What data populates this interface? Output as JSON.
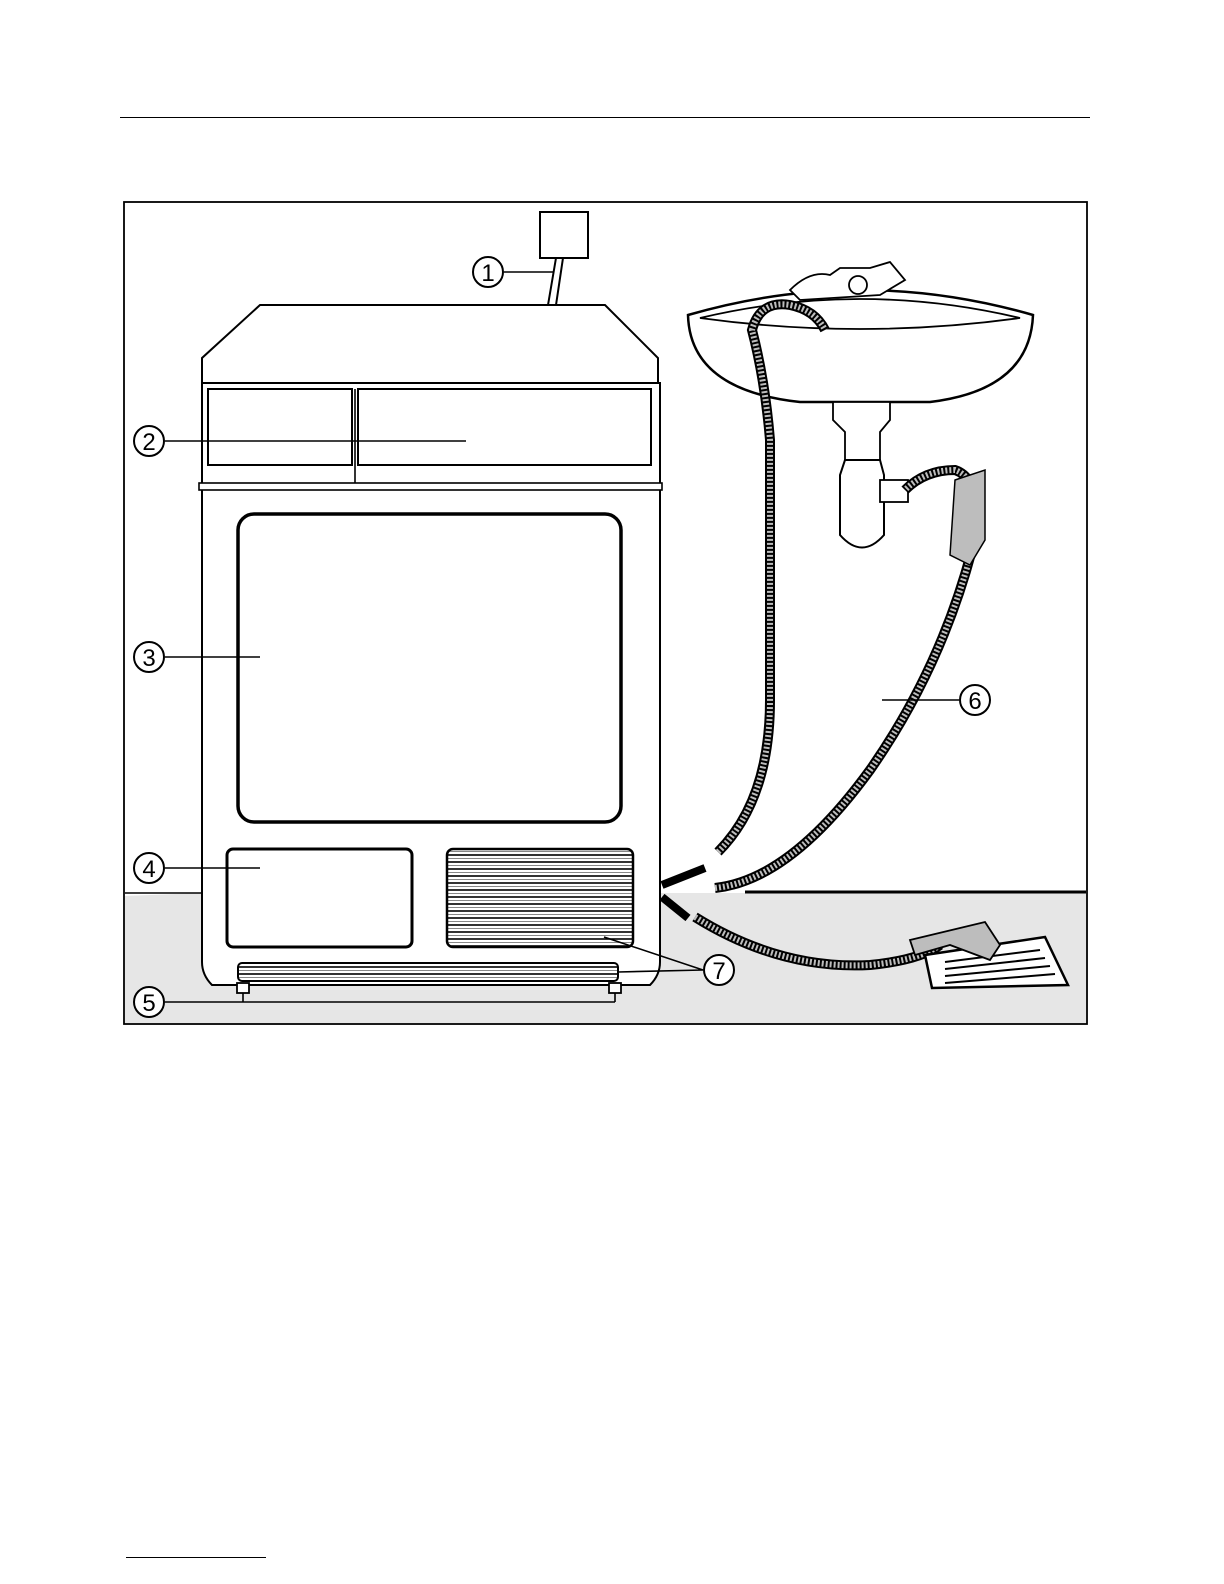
{
  "figure": {
    "callouts": [
      {
        "id": "1",
        "label": "1"
      },
      {
        "id": "2",
        "label": "2"
      },
      {
        "id": "3",
        "label": "3"
      },
      {
        "id": "4",
        "label": "4"
      },
      {
        "id": "5",
        "label": "5"
      },
      {
        "id": "6",
        "label": "6"
      },
      {
        "id": "7",
        "label": "7"
      }
    ],
    "colors": {
      "line": "#000000",
      "floor": "#e6e6e6",
      "background": "#ffffff",
      "hose": "#bdbdbd"
    }
  }
}
